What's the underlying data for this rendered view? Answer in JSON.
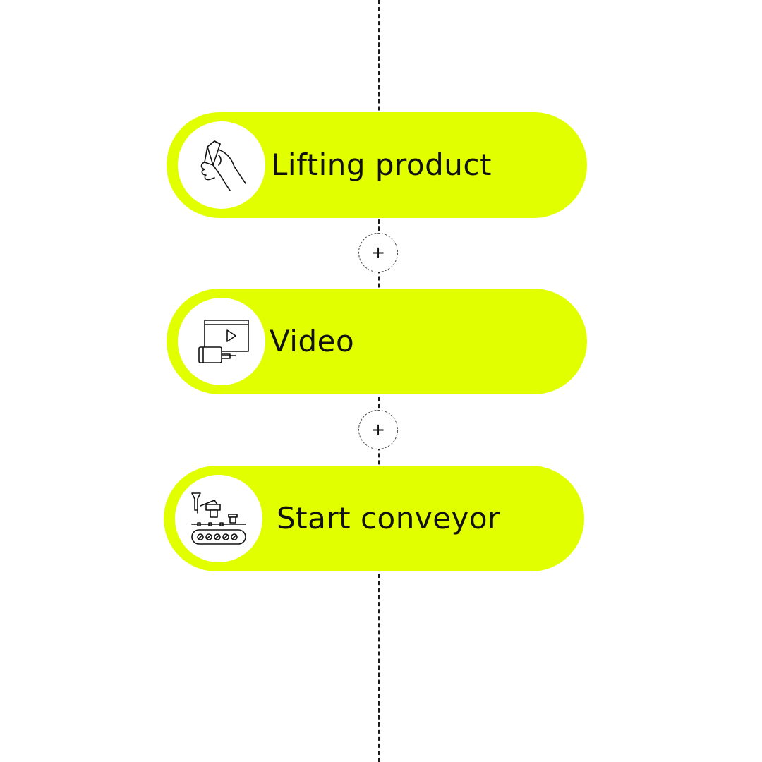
{
  "flow": {
    "steps": [
      {
        "label": "Lifting product",
        "icon": "hand-lifting-product-icon"
      },
      {
        "label": "Video",
        "icon": "video-monitor-icon"
      },
      {
        "label": "Start conveyor",
        "icon": "conveyor-icon"
      }
    ],
    "add_buttons": [
      "+",
      "+"
    ]
  },
  "colors": {
    "step_fill": "#e2ff00",
    "line": "#1a1a1a"
  }
}
